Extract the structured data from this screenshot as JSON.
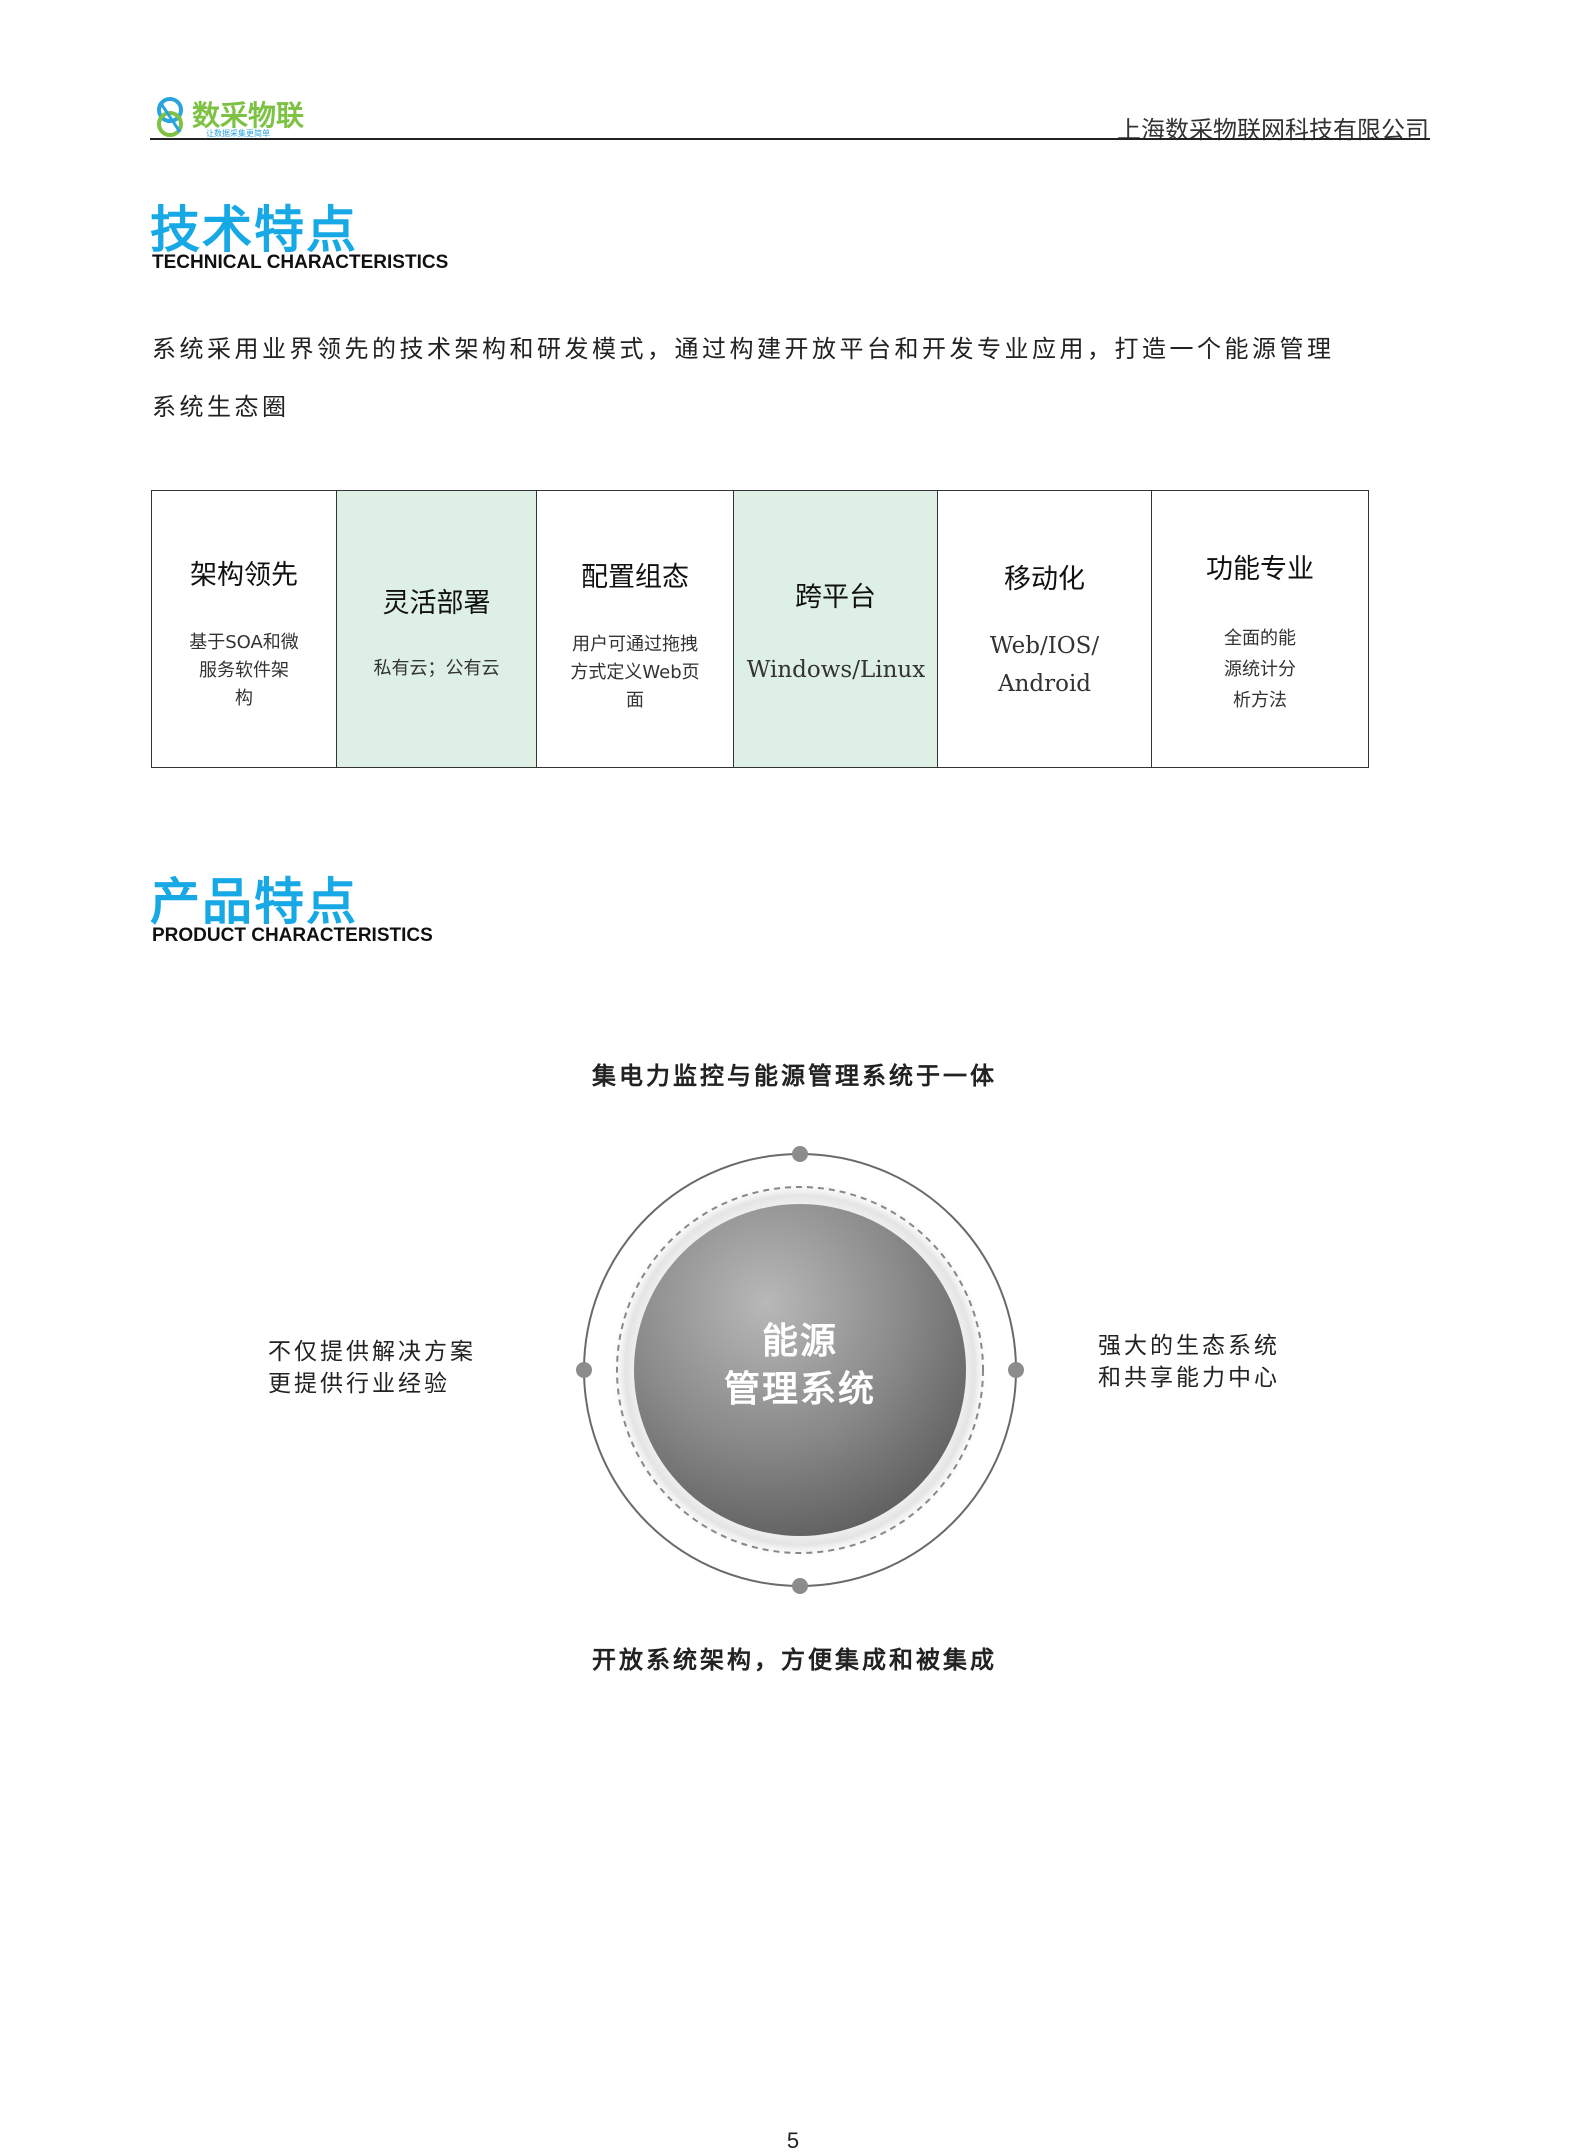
{
  "header": {
    "logo_text": "数采物联",
    "logo_slogan": "让数据采集更简单",
    "company": "上海数采物联网科技有限公司"
  },
  "tech": {
    "title": "技术特点",
    "subtitle": "TECHNICAL  CHARACTERISTICS",
    "intro_line1": "系统采用业界领先的技术架构和研发模式，通过构建开放平台和开发专业应用，打造一个能源管理",
    "intro_line2": "系统生态圈",
    "features": [
      {
        "title": "架构领先",
        "lines": [
          "基于SOA和微",
          "服务软件架",
          "构"
        ]
      },
      {
        "title": "灵活部署",
        "lines": [
          "私有云；公有云"
        ]
      },
      {
        "title": "配置组态",
        "lines": [
          "用户可通过拖拽",
          "方式定义Web页",
          "面"
        ]
      },
      {
        "title": "跨平台",
        "lines": [
          "Windows/Linux"
        ]
      },
      {
        "title": "移动化",
        "lines": [
          "Web/IOS/",
          "Android"
        ]
      },
      {
        "title": "功能专业",
        "lines": [
          "全面的能",
          "源统计分",
          "析方法"
        ]
      }
    ]
  },
  "product": {
    "title": "产品特点",
    "subtitle": "PRODUCT CHARACTERISTICS",
    "diagram": {
      "top": "集电力监控与能源管理系统于一体",
      "left_line1": "不仅提供解决方案",
      "left_line2": "更提供行业经验",
      "right_line1": "强大的生态系统",
      "right_line2": "和共享能力中心",
      "bottom": "开放系统架构，方便集成和被集成",
      "center_line1": "能源",
      "center_line2": "管理系统"
    }
  },
  "page_number": "5"
}
